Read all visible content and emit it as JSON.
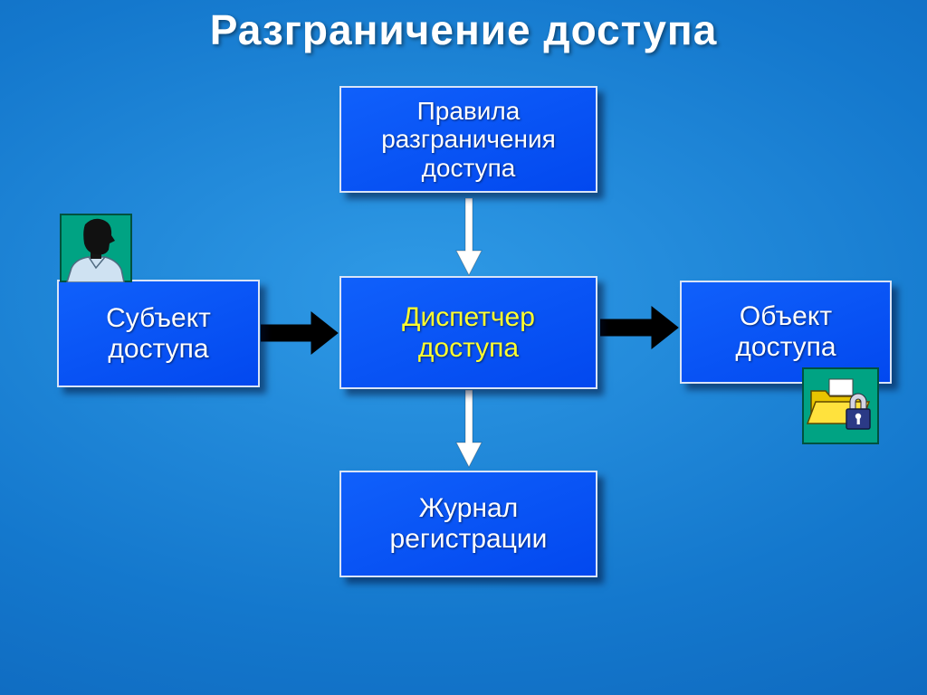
{
  "slide": {
    "title": "Разграничение доступа"
  },
  "boxes": {
    "rules": {
      "label": "Правила\nразграничения\nдоступа",
      "text_color": "#ffffff"
    },
    "subject": {
      "label": "Субъект\nдоступа",
      "text_color": "#ffffff"
    },
    "dispatcher": {
      "label": "Диспетчер\nдоступа",
      "text_color": "#ffff2e"
    },
    "object": {
      "label": "Объект\nдоступа",
      "text_color": "#ffffff"
    },
    "journal": {
      "label": "Журнал\nрегистрации",
      "text_color": "#ffffff"
    }
  },
  "icons": {
    "person": "person-icon",
    "locked_folder": "locked-folder-icon"
  },
  "colors": {
    "background_center": "#2f9ae6",
    "background_edge": "#0a5cb2",
    "box_fill": "#0248ef",
    "box_border": "#d9e4f7",
    "title_text": "#ffffff",
    "dispatcher_text": "#ffff2e",
    "icon_background": "#00a383",
    "folder_yellow": "#ffe23d",
    "arrow_dark": "#000000",
    "arrow_light": "#ffffff"
  }
}
